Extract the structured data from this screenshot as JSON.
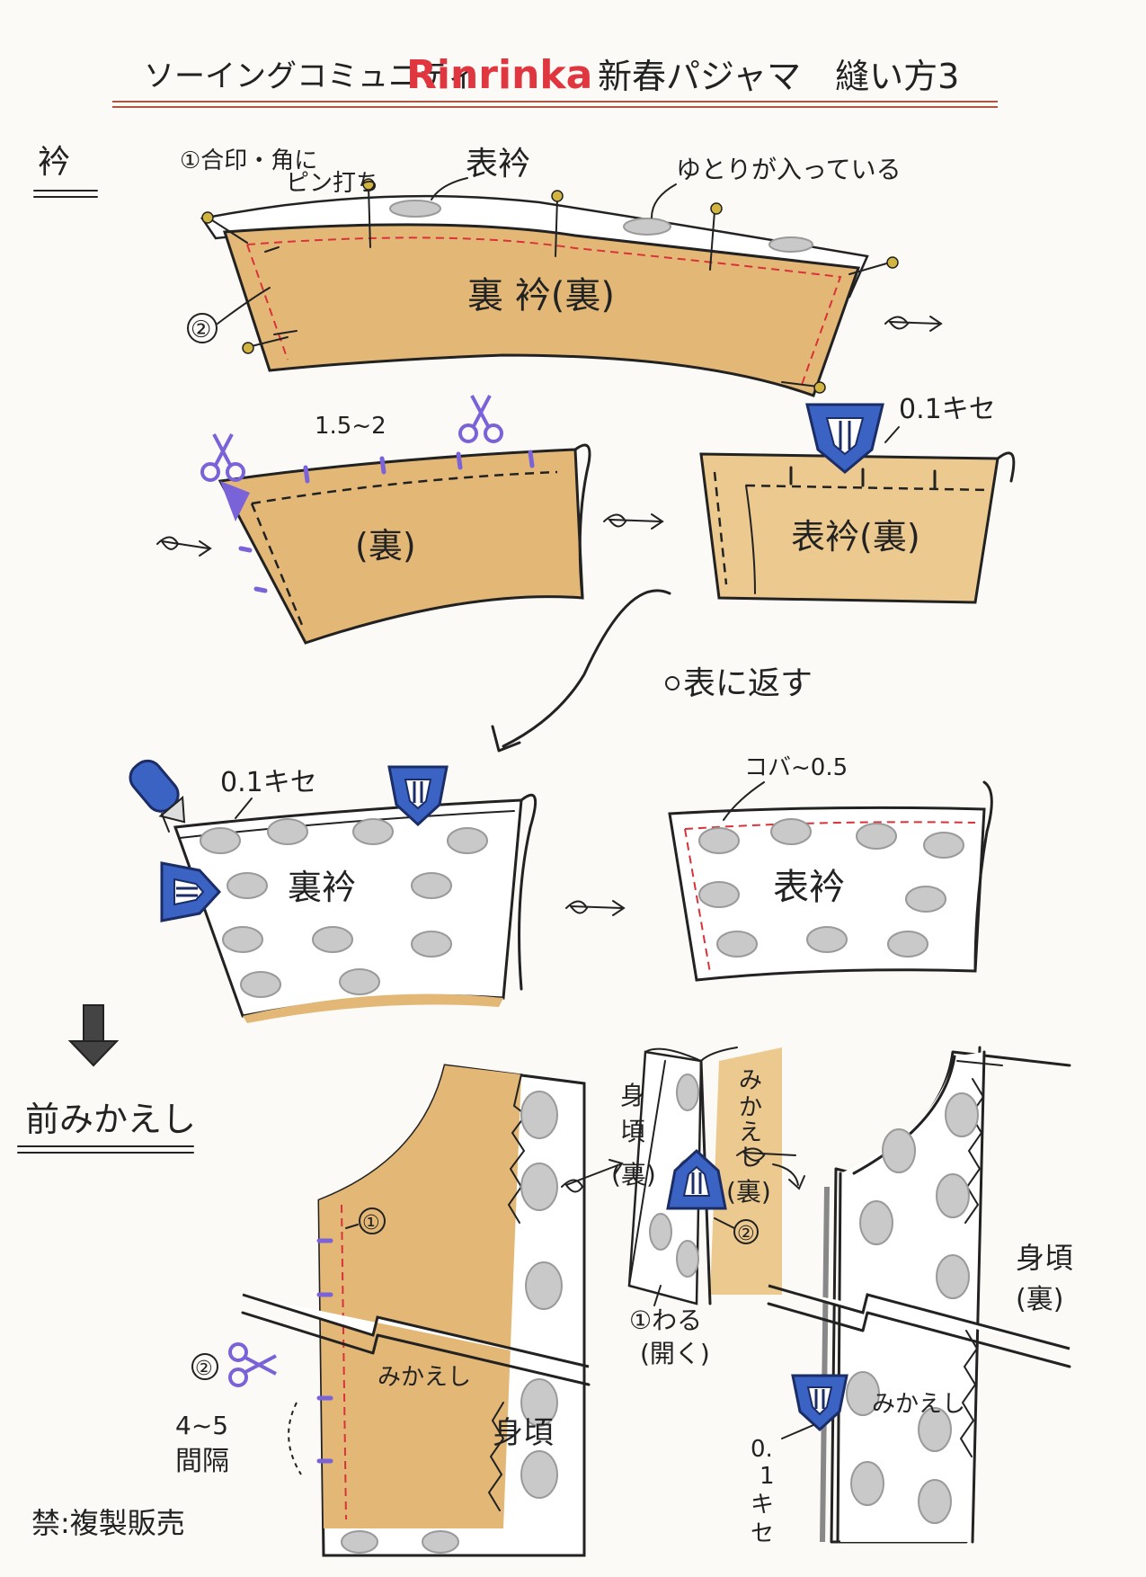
{
  "header": {
    "title_prefix": "ソーイングコミュニティ",
    "brand": "Rinrinka",
    "title_suffix": "新春パジャマ　縫い方3",
    "brand_color": "#e03640",
    "rule_color": "#b0553f"
  },
  "sections": {
    "collar": "衿",
    "front_facing": "前みかえし"
  },
  "collar_step1": {
    "note_pin_line1": "①合印・角に",
    "note_pin_line2": "ピン打ち",
    "outer_collar": "表衿",
    "ease_note": "ゆとりが入っている",
    "under_collar_label": "裏 衿(裏)",
    "step2_marker": "②"
  },
  "collar_step2": {
    "seam_allowance": "1.5~2",
    "wrong_side": "(裏)"
  },
  "collar_step3": {
    "press_note": "0.1キセ",
    "outer_wrong_side": "表衿(裏)"
  },
  "turn_out": "表に返す",
  "collar_step4": {
    "press_note": "0.1キセ",
    "under_collar": "裏衿"
  },
  "collar_step5": {
    "edge_stitch": "コバ~0.5",
    "outer_collar": "表衿"
  },
  "facing_step1": {
    "marker1": "①",
    "marker2": "②",
    "interval_line1": "4~5",
    "interval_line2": "間隔",
    "facing": "みかえし",
    "body": "身頃"
  },
  "facing_step2": {
    "body_wrong_chars": [
      "身",
      "頃",
      "(裏)"
    ],
    "facing_wrong_chars": [
      "み",
      "か",
      "え",
      "し",
      "(裏)"
    ],
    "split_open_line1": "①わる",
    "split_open_line2": "(開く)",
    "marker2": "②"
  },
  "facing_step3": {
    "body_wrong_line1": "身頃",
    "body_wrong_line2": "(裏)",
    "facing": "みかえし",
    "press_chars": [
      "0.",
      "1",
      "キ",
      "セ"
    ]
  },
  "footer": {
    "notice": "禁:複製販売"
  },
  "colors": {
    "fabric_wrong": "#e3b877",
    "fabric_right": "#ffffff",
    "polka_dot": "#c9c9c9",
    "iron": "#3a63c4",
    "scissors": "#7a62d8",
    "red_stitch": "#d8323a"
  }
}
